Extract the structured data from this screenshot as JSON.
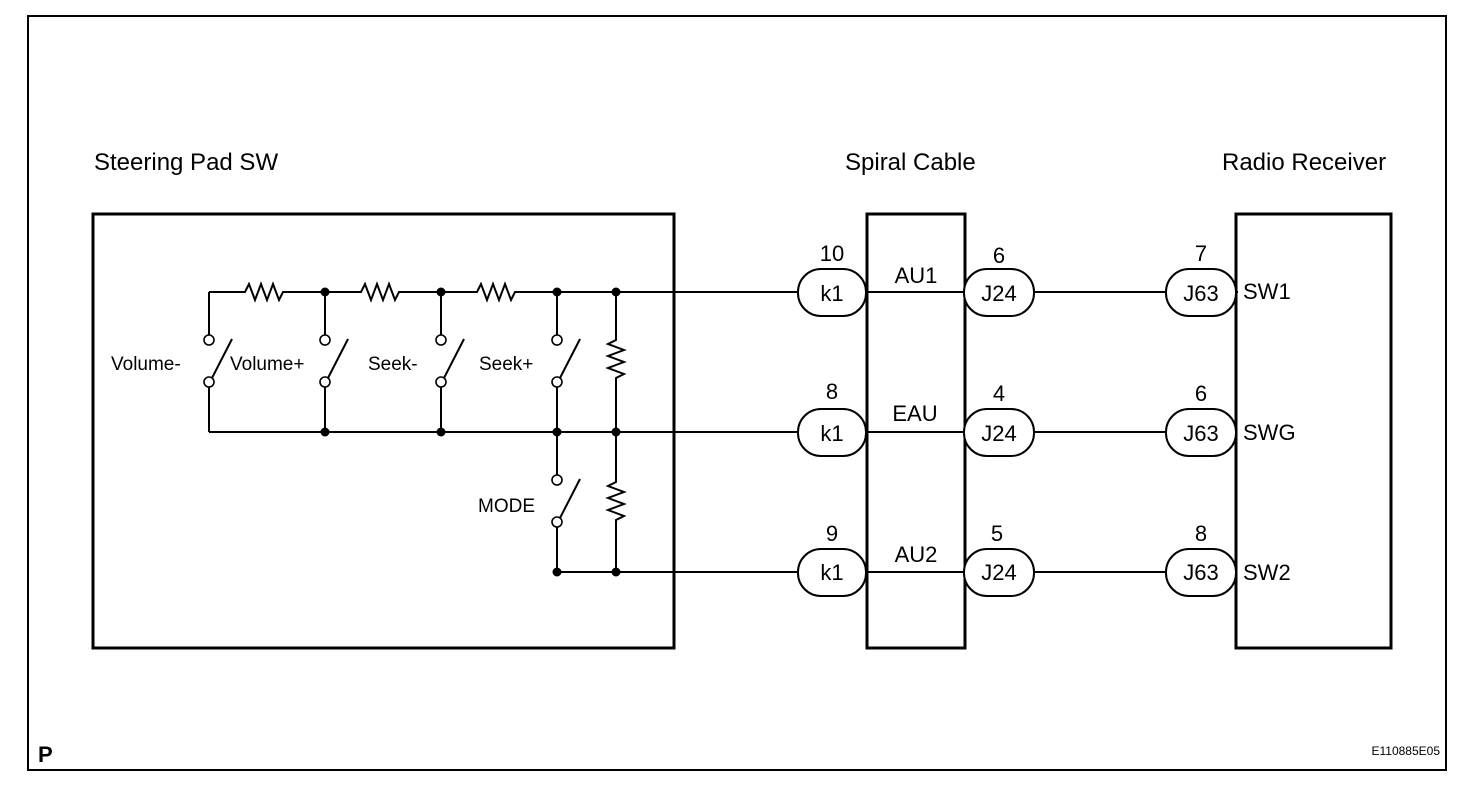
{
  "diagram": {
    "components": {
      "steering_pad": "Steering Pad SW",
      "spiral_cable": "Spiral Cable",
      "radio_receiver": "Radio Receiver"
    },
    "switches": {
      "volume_minus": "Volume-",
      "volume_plus": "Volume+",
      "seek_minus": "Seek-",
      "seek_plus": "Seek+",
      "mode": "MODE"
    },
    "lines": [
      {
        "k_pin": "10",
        "k_conn": "k1",
        "signal": "AU1",
        "j24_pin": "6",
        "j24_conn": "J24",
        "j63_pin": "7",
        "j63_conn": "J63",
        "radio_terminal": "SW1"
      },
      {
        "k_pin": "8",
        "k_conn": "k1",
        "signal": "EAU",
        "j24_pin": "4",
        "j24_conn": "J24",
        "j63_pin": "6",
        "j63_conn": "J63",
        "radio_terminal": "SWG"
      },
      {
        "k_pin": "9",
        "k_conn": "k1",
        "signal": "AU2",
        "j24_pin": "5",
        "j24_conn": "J24",
        "j63_pin": "8",
        "j63_conn": "J63",
        "radio_terminal": "SW2"
      }
    ],
    "corner_mark": "P",
    "figure_code": "E110885E05"
  }
}
